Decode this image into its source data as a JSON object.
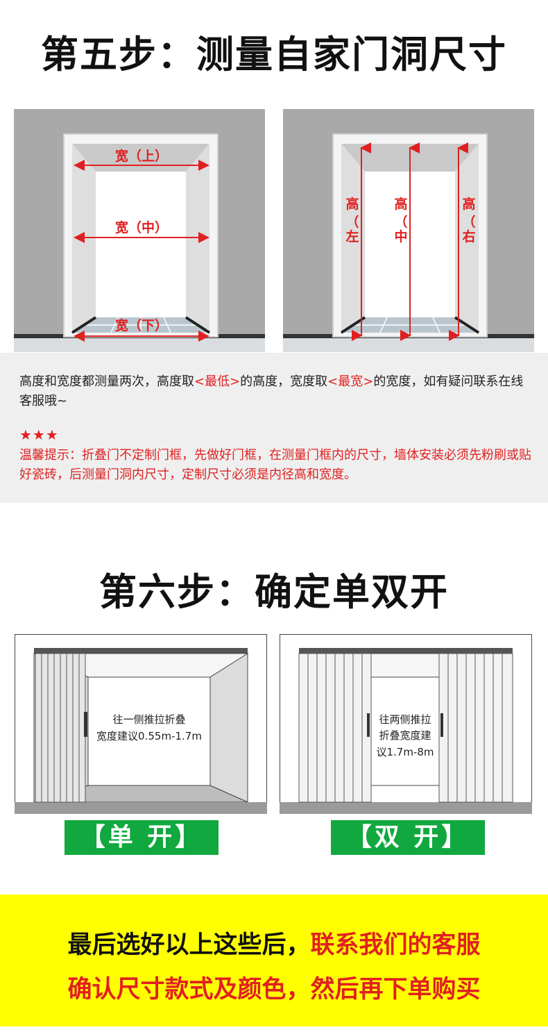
{
  "step5": {
    "title": "第五步：测量自家门洞尺寸",
    "width_top": "宽（上）",
    "width_mid": "宽（中）",
    "width_bottom": "宽（下）",
    "height_char": "高",
    "height_left": "左",
    "height_mid": "中",
    "height_right": "右",
    "note_prefix": "高度和宽度都测量两次，高度取",
    "note_lowest": "<最低>",
    "note_mid": "的高度，宽度取",
    "note_widest": "<最宽>",
    "note_suffix": "的宽度，如有疑问联系在线客服哦~",
    "stars": "★★★",
    "tip": "温馨提示：折叠门不定制门框，先做好门框，在测量门框内的尺寸，墙体安装必须先粉刷或贴好瓷砖，后测量门洞内尺寸，定制尺寸必须是内径高和宽度。"
  },
  "step6": {
    "title": "第六步：确定单双开",
    "single_desc_1": "往一侧推拉折叠",
    "single_desc_2": "宽度建议0.55m-1.7m",
    "double_desc_1": "往两侧推拉",
    "double_desc_2": "折叠宽度建",
    "double_desc_3": "议1.7m-8m",
    "single_label": "【单 开】",
    "double_label": "【双 开】"
  },
  "footer": {
    "line1_black": "最后选好以上这些后，",
    "line1_red": "联系我们的客服",
    "line2": "确认尺寸款式及颜色，然后再下单购买"
  },
  "colors": {
    "red": "#e02020",
    "green": "#11a83f",
    "yellow": "#ffff00"
  }
}
